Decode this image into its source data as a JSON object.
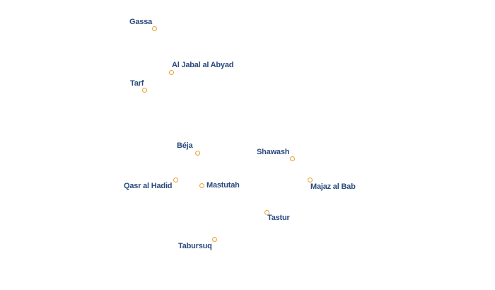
{
  "map": {
    "places": [
      {
        "id": "gassa",
        "name": "Gassa"
      },
      {
        "id": "al-jabal-al-abyad",
        "name": "Al Jabal al Abyad"
      },
      {
        "id": "tarf",
        "name": "Tarf"
      },
      {
        "id": "beja",
        "name": "Béja"
      },
      {
        "id": "shawash",
        "name": "Shawash"
      },
      {
        "id": "qasr-al-hadid",
        "name": "Qasr al Hadid"
      },
      {
        "id": "mastutah",
        "name": "Mastutah"
      },
      {
        "id": "majaz-al-bab",
        "name": "Majaz al Bab"
      },
      {
        "id": "tastur",
        "name": "Tastur"
      },
      {
        "id": "tabursuq",
        "name": "Tabursuq"
      }
    ],
    "colors": {
      "label": "#2b4a7d",
      "label_halo": "#ffffff",
      "marker_stroke": "#e6a23c",
      "marker_fill": "#fffdf2"
    }
  }
}
